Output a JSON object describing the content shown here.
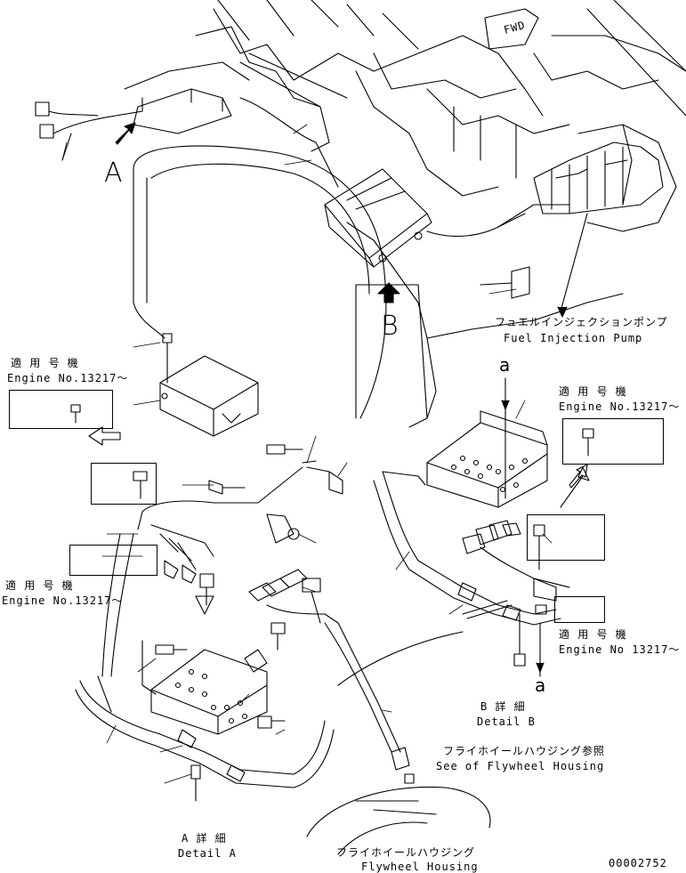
{
  "drawing": {
    "fwd_marker": "FWD",
    "view_a_marker": "A",
    "view_b_marker": "B",
    "section_a_marker_top": "a",
    "section_a_marker_bottom": "a",
    "pump_label_jp": "フュエルインジェクションポンプ",
    "pump_label_en": "Fuel Injection Pump",
    "applicable_jp_1": "適 用 号 機",
    "applicable_en_1": "Engine No.13217～",
    "applicable_jp_2": "適 用 号 機",
    "applicable_en_2": "Engine No.13217～",
    "applicable_jp_3": "適 用 号 機",
    "applicable_en_3": "Engine No.13217～",
    "applicable_jp_4": "適 用 号 機",
    "applicable_en_4": "Engine No 13217～",
    "detail_b_jp": "B 詳 細",
    "detail_b_en": "Detail B",
    "detail_a_jp": "A 詳 細",
    "detail_a_en": "Detail A",
    "see_flywheel_jp": "フライホイールハウジング参照",
    "see_flywheel_en": "See of Flywheel Housing",
    "flywheel_jp": "フライホイールハウジング",
    "flywheel_en": "Flywheel Housing",
    "drawing_number": "00002752"
  }
}
